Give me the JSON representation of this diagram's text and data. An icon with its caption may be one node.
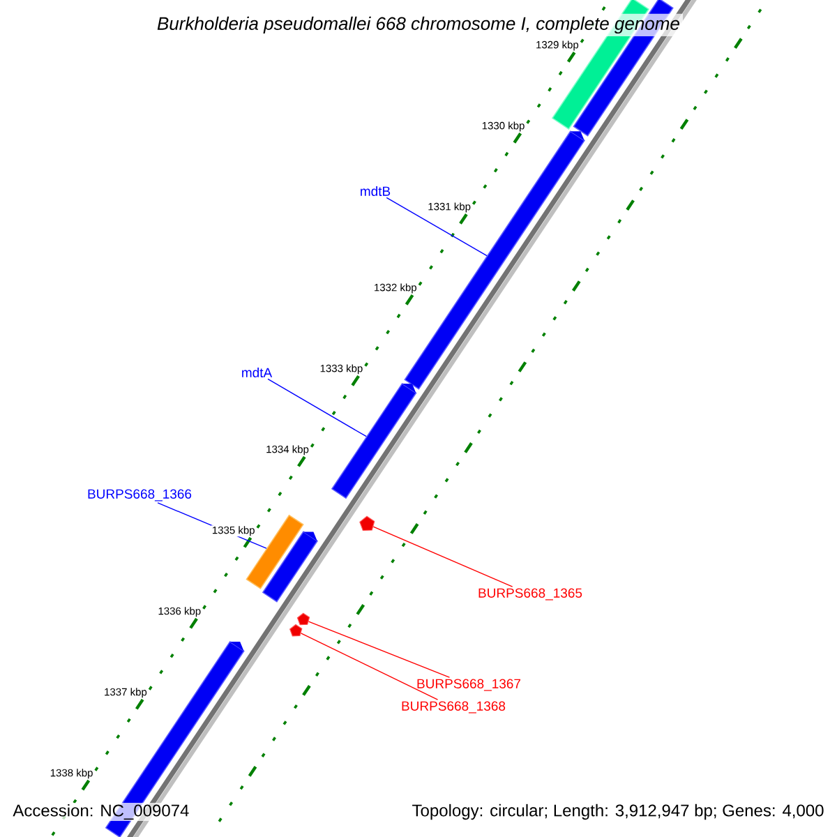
{
  "diagram": {
    "title": "Burkholderia pseudomallei 668 chromosome I, complete genome",
    "nodes": [
      {
        "text": [],
        "shape": "bar"
      },
      {
        "text": [],
        "shape": "bar"
      },
      {
        "text": [
          "mdtB"
        ]
      },
      {
        "text": [],
        "shape": "arrow"
      },
      {
        "text": [
          "mdtA"
        ]
      },
      {
        "text": [],
        "shape": "arrow"
      },
      {
        "text": [
          "BURPS668_1366"
        ]
      },
      {
        "text": [],
        "shape": "bar"
      },
      {
        "text": [],
        "shape": "arrow"
      },
      {
        "text": [],
        "shape": "arrow"
      },
      {
        "text": [
          "BURPS668_1365"
        ]
      },
      {
        "text": [],
        "shape": "arrow"
      },
      {
        "text": [],
        "shape": "arrow"
      },
      {
        "text": [
          "BURPS668_1367"
        ]
      },
      {
        "text": [
          "BURPS668_1368"
        ]
      },
      {
        "text": [],
        "shape": "arrow"
      }
    ],
    "edges": [
      {
        "from": 2,
        "to": 3,
        "arrow": "none"
      },
      {
        "from": 4,
        "to": 5,
        "arrow": "none"
      },
      {
        "from": 6,
        "to": 7,
        "arrow": "none"
      },
      {
        "from": 10,
        "to": 9,
        "arrow": "none",
        "color": "#ff0000"
      },
      {
        "from": 13,
        "to": 11,
        "arrow": "none",
        "color": "#ff0000"
      },
      {
        "from": 14,
        "to": 12,
        "arrow": "none",
        "color": "#ff0000"
      }
    ],
    "labels": [
      "1329 kbp",
      "1330 kbp",
      "1331 kbp",
      "1332 kbp",
      "1333 kbp",
      "1334 kbp",
      "1335 kbp",
      "1336 kbp",
      "1337 kbp",
      "1338 kbp",
      "Accession: NC_009074",
      "Topology: circular; Length: 3,912,947 bp; Genes: 4,000"
    ]
  }
}
